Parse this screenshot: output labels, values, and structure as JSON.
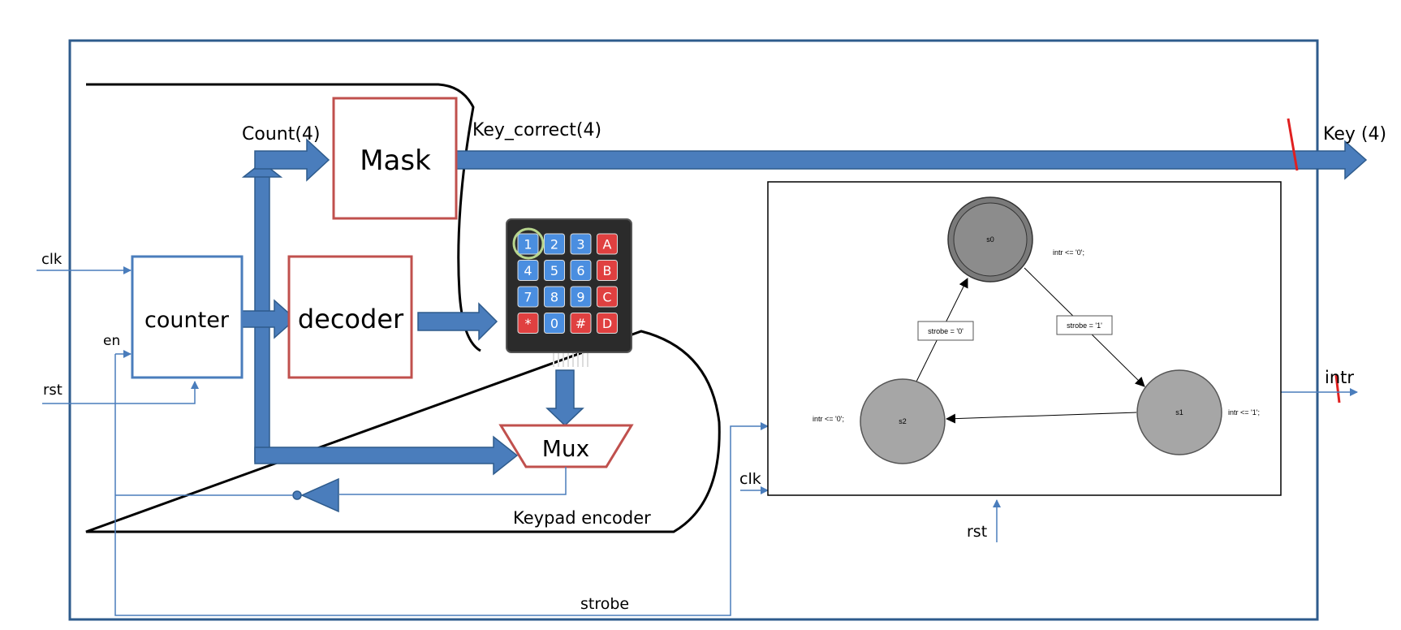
{
  "labels": {
    "clk": "clk",
    "en": "en",
    "rst": "rst",
    "count": "Count(4)",
    "key_correct": "Key_correct(4)",
    "key": "Key (4)",
    "intr": "intr",
    "clk2": "clk",
    "rst2": "rst",
    "strobe": "strobe",
    "keypad_encoder": "Keypad encoder"
  },
  "blocks": {
    "mask": "Mask",
    "counter": "counter",
    "decoder": "decoder",
    "mux": "Mux"
  },
  "keypad": {
    "keys": [
      "1",
      "2",
      "3",
      "A",
      "4",
      "5",
      "6",
      "B",
      "7",
      "8",
      "9",
      "C",
      "*",
      "0",
      "#",
      "D"
    ],
    "key_blue": "#4a8ee0",
    "key_red": "#e04040",
    "highlight": "#b8d68e"
  },
  "fsm": {
    "states": [
      "s0",
      "s1",
      "s2"
    ],
    "actions": {
      "s0": "intr <= '0';",
      "s1": "intr <= '1';",
      "s2": "intr <= '0';"
    },
    "transitions": {
      "s0_s1": "strobe = '1'",
      "s2_s0": "strobe = '0'"
    }
  },
  "colors": {
    "bus_blue": "#4a7dbc",
    "wire_blue": "#4a7dbc",
    "block_red": "#c0504d",
    "frame_blue": "#2e5b8c"
  }
}
